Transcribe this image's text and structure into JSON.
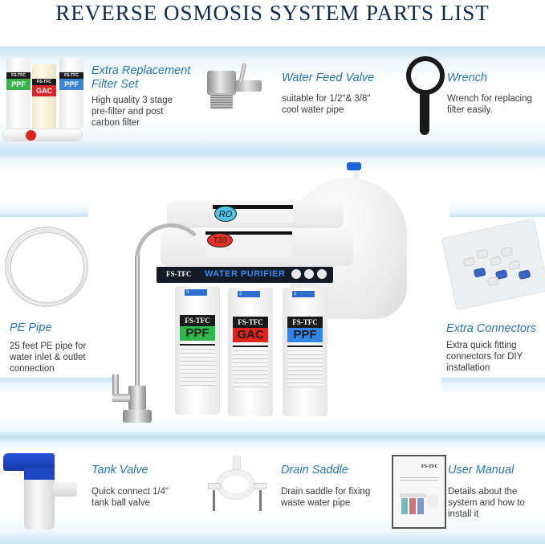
{
  "title": "REVERSE OSMOSIS SYSTEM PARTS LIST",
  "parts": [
    {
      "name": "Extra Replacement Filter Set",
      "name_line1": "Extra Replacement",
      "name_line2": "Filter Set",
      "description_lines": [
        "High quality 3 stage",
        "pre-filter and post",
        "carbon filter"
      ],
      "icon": "filter-set"
    },
    {
      "name": "Water Feed Valve",
      "description_lines": [
        "suitable for 1/2\"& 3/8\"",
        "cool water pipe"
      ],
      "icon": "feed-valve"
    },
    {
      "name": "Wrench",
      "description_lines": [
        "Wrench for replacing",
        "filter easily."
      ],
      "icon": "wrench"
    },
    {
      "name": "PE Pipe",
      "description_lines": [
        "25 feet PE pipe for",
        "water inlet & outlet",
        "connection"
      ],
      "icon": "pe-pipe"
    },
    {
      "name": "Extra Connectors",
      "description_lines": [
        "Extra quick fitting",
        "connectors for DIY",
        "installation"
      ],
      "icon": "connectors"
    },
    {
      "name": "Tank Valve",
      "description_lines": [
        "Quick connect 1/4\"",
        "tank ball valve"
      ],
      "icon": "tank-valve"
    },
    {
      "name": "Drain Saddle",
      "description_lines": [
        "Drain saddle for fixing",
        "waste water pipe"
      ],
      "icon": "drain-saddle"
    },
    {
      "name": "User Manual",
      "description_lines": [
        "Details about the",
        "system and how to",
        "install it"
      ],
      "icon": "user-manual"
    }
  ],
  "system": {
    "brand": "FS-TFC",
    "panel_label": "WATER PURIFIER",
    "membrane_label": "RO",
    "post_filter_label": "T33",
    "cartridges": [
      {
        "stage": "3",
        "label": "PPF",
        "color": "#2fb84a"
      },
      {
        "stage": "2",
        "label": "GAC",
        "color": "#e0231c"
      },
      {
        "stage": "1",
        "label": "PPF",
        "color": "#2f86e6"
      }
    ]
  },
  "mini_filters": [
    {
      "label": "PPF",
      "color": "#3cb04b"
    },
    {
      "label": "GAC",
      "color": "#d8262a"
    },
    {
      "label": "PPF",
      "color": "#3b84d6"
    }
  ],
  "manual_brand": "FS-TFC",
  "colors": {
    "title": "#0f2a52",
    "label": "#2475b5",
    "description": "#3a3a3a",
    "band": "#96cdeb"
  }
}
